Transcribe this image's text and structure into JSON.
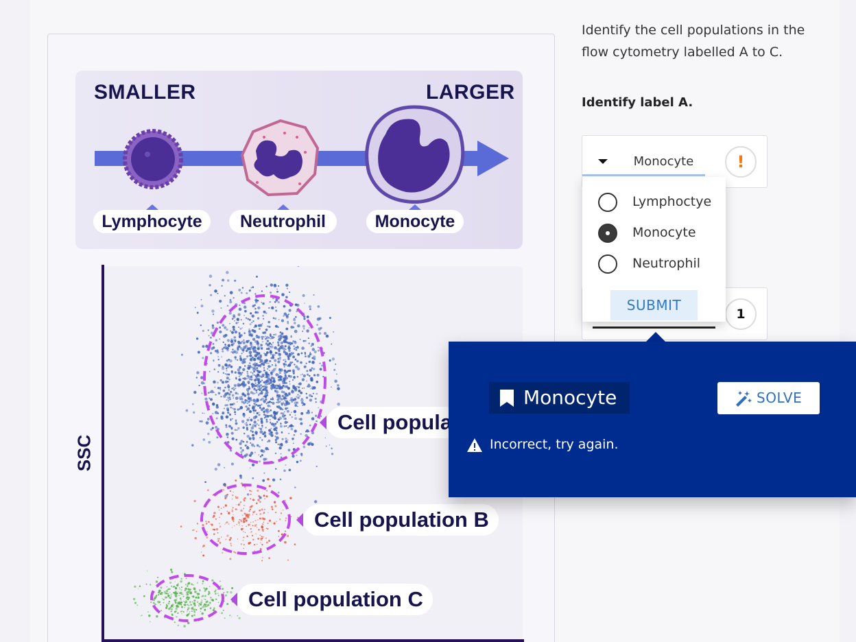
{
  "figure": {
    "size_scale": {
      "smaller": "SMALLER",
      "larger": "LARGER"
    },
    "cells": [
      {
        "label": "Lymphocyte"
      },
      {
        "label": "Neutrophil"
      },
      {
        "label": "Monocyte"
      }
    ],
    "axis_y_label": "SSC",
    "populations": [
      {
        "label": "Cell popula"
      },
      {
        "label": "Cell population B"
      },
      {
        "label": "Cell population C"
      }
    ],
    "colors": {
      "arrow": "#5a6ad6",
      "pop_a": "#3f63b8",
      "pop_b": "#e8573b",
      "pop_c": "#55b04a",
      "ellipse": "#c04ae8"
    }
  },
  "question": {
    "prompt": "Identify the cell populations in the flow cytometry labelled A to C.",
    "sub_prompt": "Identify label A.",
    "select_value": "Monocyte",
    "status_icon": "!",
    "next_count": "1"
  },
  "dropdown": {
    "options": [
      {
        "label": "Lymphoctye",
        "selected": false
      },
      {
        "label": "Monocyte",
        "selected": true
      },
      {
        "label": "Neutrophil",
        "selected": false
      }
    ],
    "submit_label": "SUBMIT"
  },
  "feedback": {
    "answer": "Monocyte",
    "solve_label": "SOLVE",
    "message": "Incorrect, try again."
  }
}
